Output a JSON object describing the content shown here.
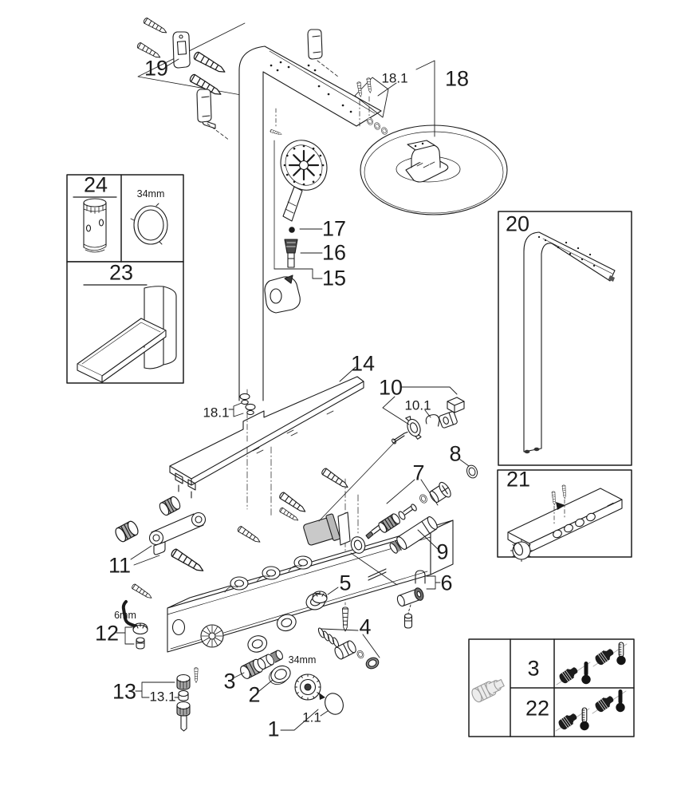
{
  "diagram": {
    "kind": "exploded-parts-diagram",
    "colors": {
      "line": "#1b1b1b",
      "background": "#ffffff",
      "shaded_component": "#c9c9c9",
      "grayed_component": "#9a9a9a"
    },
    "part_labels": {
      "n1": "1",
      "n1_1": "1.1",
      "n2": "2",
      "n3": "3",
      "n4": "4",
      "n5": "5",
      "n6": "6",
      "n7": "7",
      "n8": "8",
      "n9": "9",
      "n10": "10",
      "n10_1": "10.1",
      "n11": "11",
      "n12": "12",
      "n13": "13",
      "n13_1": "13.1",
      "n14": "14",
      "n15": "15",
      "n16": "16",
      "n17": "17",
      "n18": "18",
      "n18_1_top": "18.1",
      "n18_1_mid": "18.1",
      "n19": "19"
    },
    "size_annotations": {
      "ring_in_box24": "34mm",
      "ring_part2": "34mm",
      "hex_key": "6mm"
    },
    "inset_boxes": {
      "box_24": "24",
      "box_23": "23",
      "box_20": "20",
      "box_21": "21"
    },
    "variant_table": {
      "rows": [
        {
          "part": "3"
        },
        {
          "part": "22"
        }
      ]
    }
  }
}
